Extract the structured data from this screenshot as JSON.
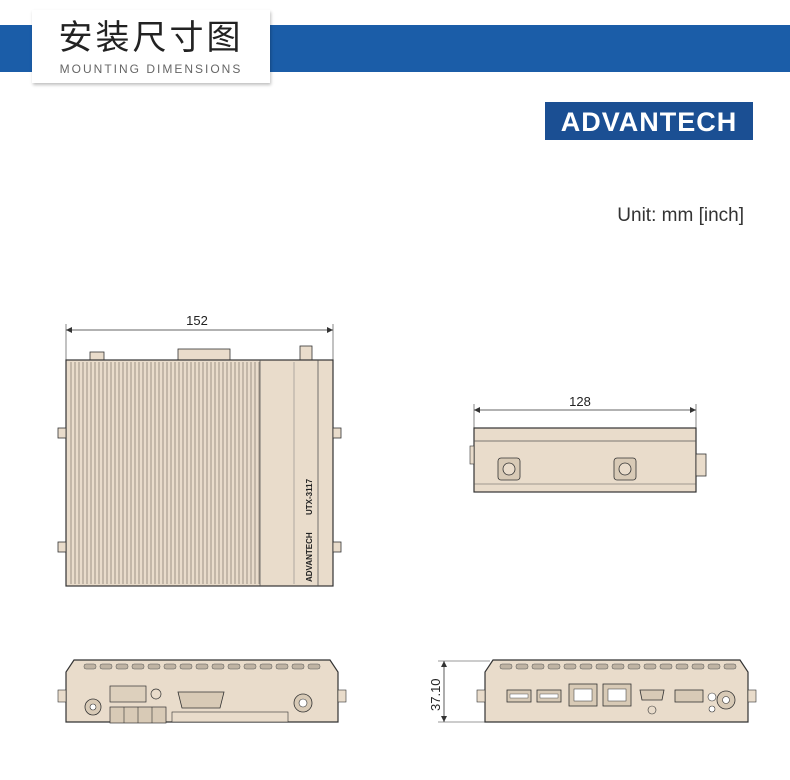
{
  "header": {
    "title_cn": "安装尺寸图",
    "title_en": "MOUNTING DIMENSIONS"
  },
  "logo": {
    "text": "ADVANTECH"
  },
  "unit_label": "Unit: mm [inch]",
  "dimensions": {
    "top_width": "152",
    "side_width": "128",
    "height": "37.10"
  },
  "device_labels": {
    "model": "UTX-3117",
    "brand": "ADVANTECH"
  },
  "colors": {
    "banner": "#1b5da8",
    "logo_bg": "#1b4f93",
    "body": "#e9dccb",
    "outline": "#333333"
  }
}
